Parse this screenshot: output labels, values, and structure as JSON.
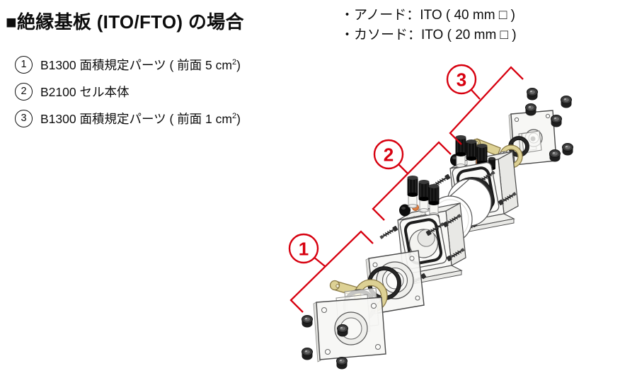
{
  "header": {
    "title": "■絶縁基板 (ITO/FTO) の場合"
  },
  "electrode_notes": {
    "anode": "・アノード：ITO ( 40 mm □ )",
    "cathode": "・カソード：ITO ( 20 mm □ )"
  },
  "parts_list": {
    "items": [
      {
        "num": "1",
        "text": "B1300 面積規定パーツ ( 前面 5 cm",
        "sup": "2",
        "end": ")"
      },
      {
        "num": "2",
        "text": "B2100 セル本体",
        "sup": "",
        "end": ""
      },
      {
        "num": "3",
        "text": "B1300 面積規定パーツ ( 前面 1 cm",
        "sup": "2",
        "end": ")"
      }
    ]
  },
  "diagram": {
    "callouts": [
      {
        "num": "1"
      },
      {
        "num": "2"
      },
      {
        "num": "3"
      }
    ],
    "colors": {
      "callout_red": "#d7000f",
      "gold_contact": "#ddd194",
      "gold_outline": "#8a7a45",
      "part_outline": "#4a4a4a",
      "black_parts": "#141414",
      "plate_fill": "#f5f5f3",
      "orange_port": "#dd7f43"
    }
  }
}
